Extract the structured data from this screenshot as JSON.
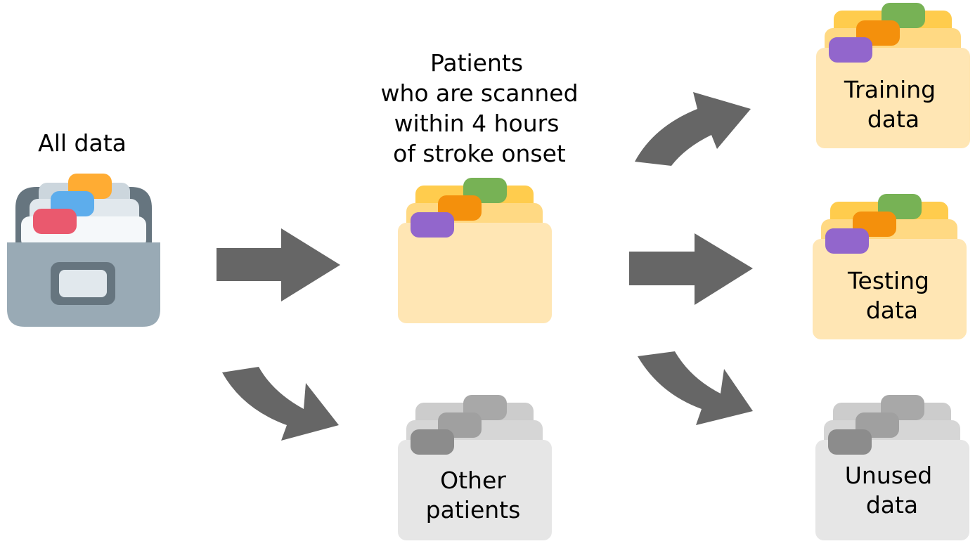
{
  "labels": {
    "all_data": "All data",
    "patients_line1": "Patients",
    "patients_line2": "who are scanned",
    "patients_line3": "within 4 hours",
    "patients_line4": "of stroke onset",
    "training_line1": "Training",
    "training_line2": "data",
    "testing_line1": "Testing",
    "testing_line2": "data",
    "unused_line1": "Unused",
    "unused_line2": "data",
    "other_line1": "Other",
    "other_line2": "patients"
  },
  "icons": {
    "card_box": "card-file-box-icon",
    "folder": "folder-with-tabs-icon",
    "arrow": "arrow-icon"
  },
  "colors": {
    "arrow": "#666666",
    "folder_body": "#FFE6B4",
    "folder_back": "#FFD983",
    "folder_back2": "#FFCC4D",
    "tab_green": "#77B255",
    "tab_orange": "#F4900C",
    "tab_purple": "#9266CC",
    "gray_body": "#E6E6E6",
    "gray_back": "#CCCCCC",
    "gray_tab_light": "#A8A8A8",
    "gray_tab_dark": "#8C8C8C",
    "box_body": "#99AAB5",
    "box_dark": "#66757F",
    "box_window": "#E1E8ED",
    "card_red": "#EA596E",
    "card_blue": "#5DADEC",
    "card_orange": "#FFAC33"
  }
}
